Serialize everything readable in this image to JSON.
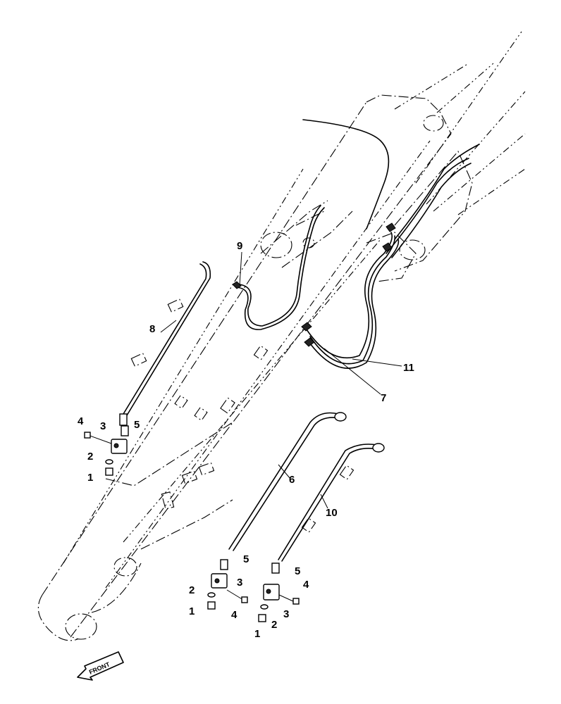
{
  "callouts": [
    "1",
    "2",
    "3",
    "4",
    "5",
    "6",
    "7",
    "8",
    "9",
    "10",
    "11"
  ],
  "front_label": "FRONT"
}
